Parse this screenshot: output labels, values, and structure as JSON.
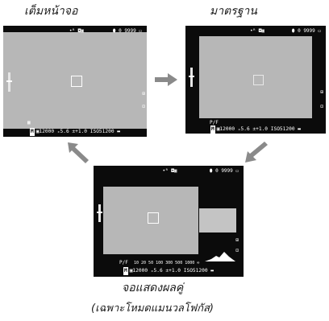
{
  "captions": {
    "full_screen": "เต็มหน้าจอ",
    "standard": "มาตรฐาน",
    "dual_line1": "จอแสดงผลคู่",
    "dual_line2": "(เฉพาะโหมดแมนวลโฟกัส)"
  },
  "hud": {
    "top_center": "•ᴿ ◘▣",
    "top_right": "⬮ 0 9999 ▭",
    "bottom_mode": "M",
    "bottom_info": "▣12000  ₓ5.6  ±+1.0  ISO 51200  ▬▬",
    "bottom_info_short": "▣12000 ₓ5.6 ±+1.0 ISO51200 ▬",
    "small_left_1": "▦",
    "small_left_2": "P/F",
    "small_right_1": "⊞",
    "small_right_2": "⊡",
    "dual_scale": "10 20 50 100 300 500 1000 ∞"
  },
  "colors": {
    "screen_bg": "#0b0b0b",
    "liveview": "#b7b7b7",
    "arrow": "#8a8a8a",
    "text": "#1a1a1a"
  }
}
